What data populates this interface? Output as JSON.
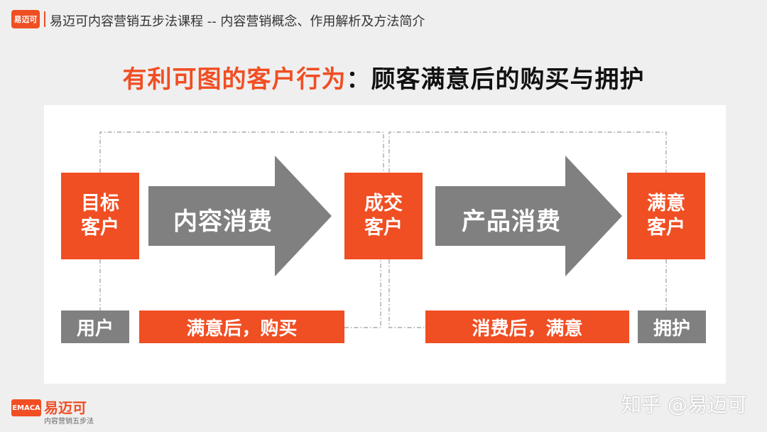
{
  "header": {
    "logo_text": "易迈可",
    "title": "易迈可内容营销五步法课程 -- 内容营销概念、作用解析及方法简介"
  },
  "headline": {
    "part1": "有利可图的客户行为",
    "part2": "：顾客满意后的购买与拥护"
  },
  "diagram": {
    "nodes": [
      {
        "line1": "目标",
        "line2": "客户"
      },
      {
        "line1": "成交",
        "line2": "客户"
      },
      {
        "line1": "满意",
        "line2": "客户"
      }
    ],
    "arrows": [
      "内容消费",
      "产品消费"
    ],
    "bottom_bars": [
      "用户",
      "满意后，购买",
      "消费后，满意",
      "拥护"
    ]
  },
  "footer": {
    "logo_text": "EMACA",
    "brand": "易迈可",
    "subtitle": "内容营销五步法",
    "watermark": "知乎 @易迈可"
  },
  "colors": {
    "accent": "#f04e23",
    "gray": "#808080",
    "dashed": "#999999"
  }
}
